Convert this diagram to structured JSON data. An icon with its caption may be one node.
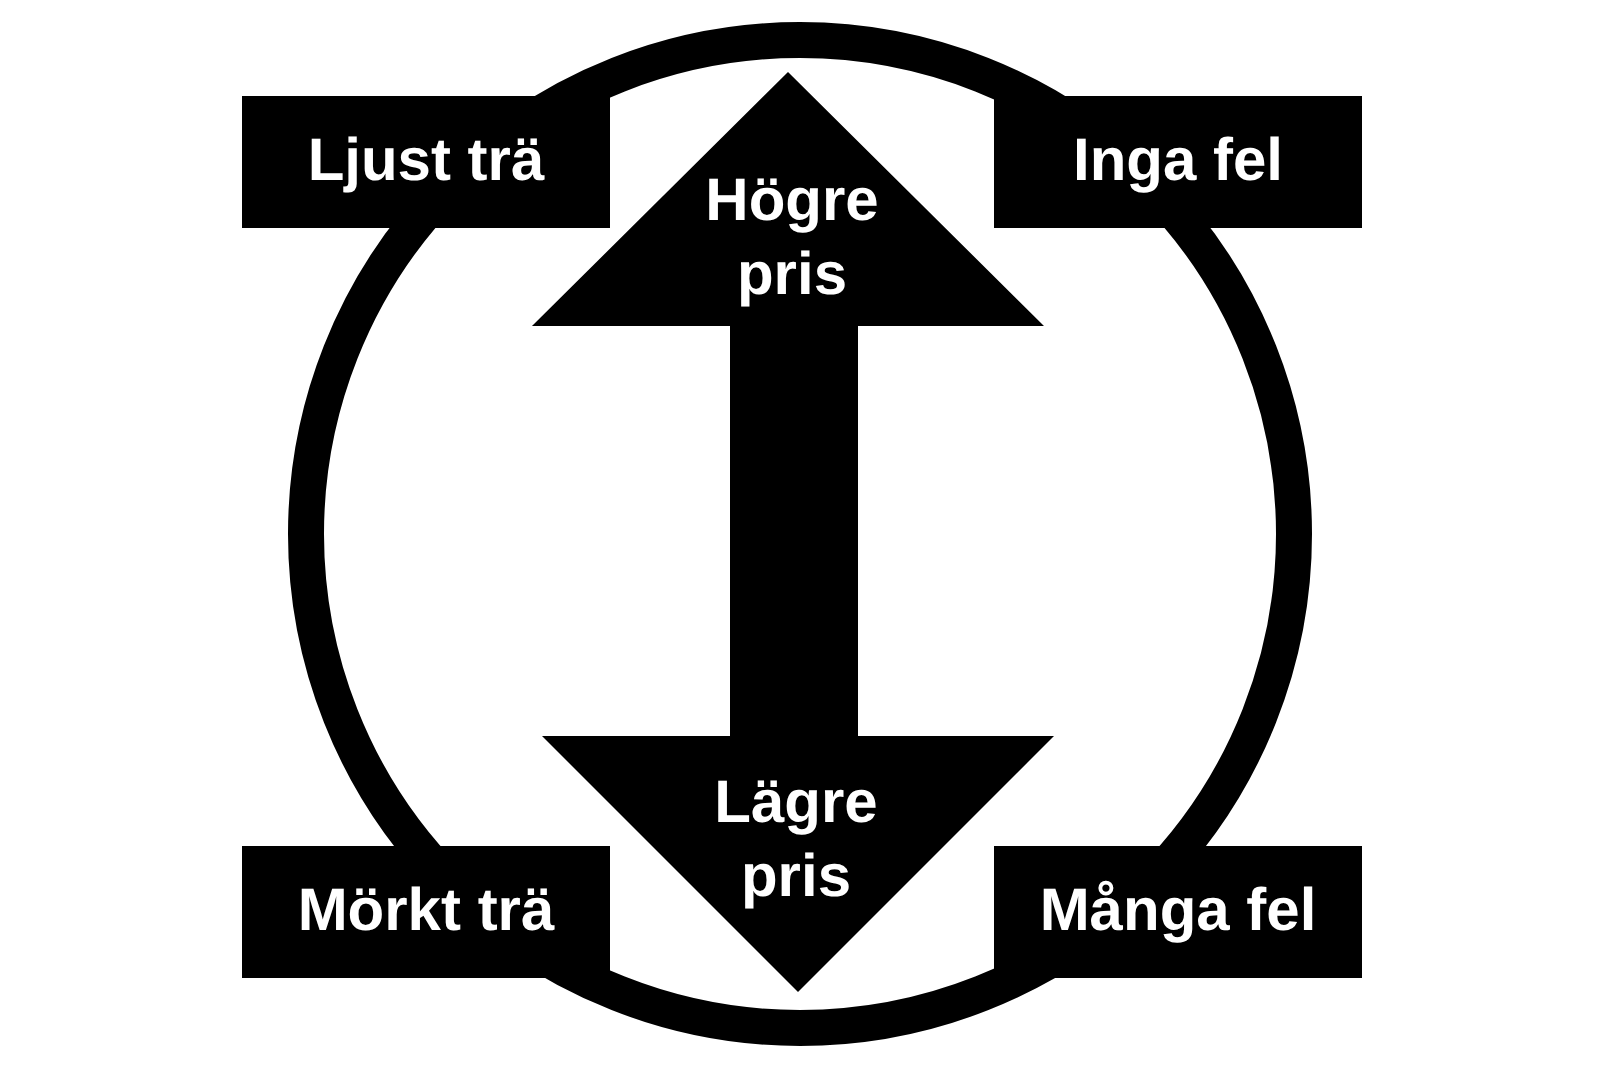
{
  "diagram": {
    "nodes": [
      {
        "text": [
          "Ljust trä"
        ]
      },
      {
        "text": [
          "Inga fel"
        ]
      },
      {
        "text": [
          "Mörkt trä"
        ]
      },
      {
        "text": [
          "Många fel"
        ]
      }
    ],
    "labels": [
      "Högre pris",
      "Lägre pris"
    ]
  }
}
